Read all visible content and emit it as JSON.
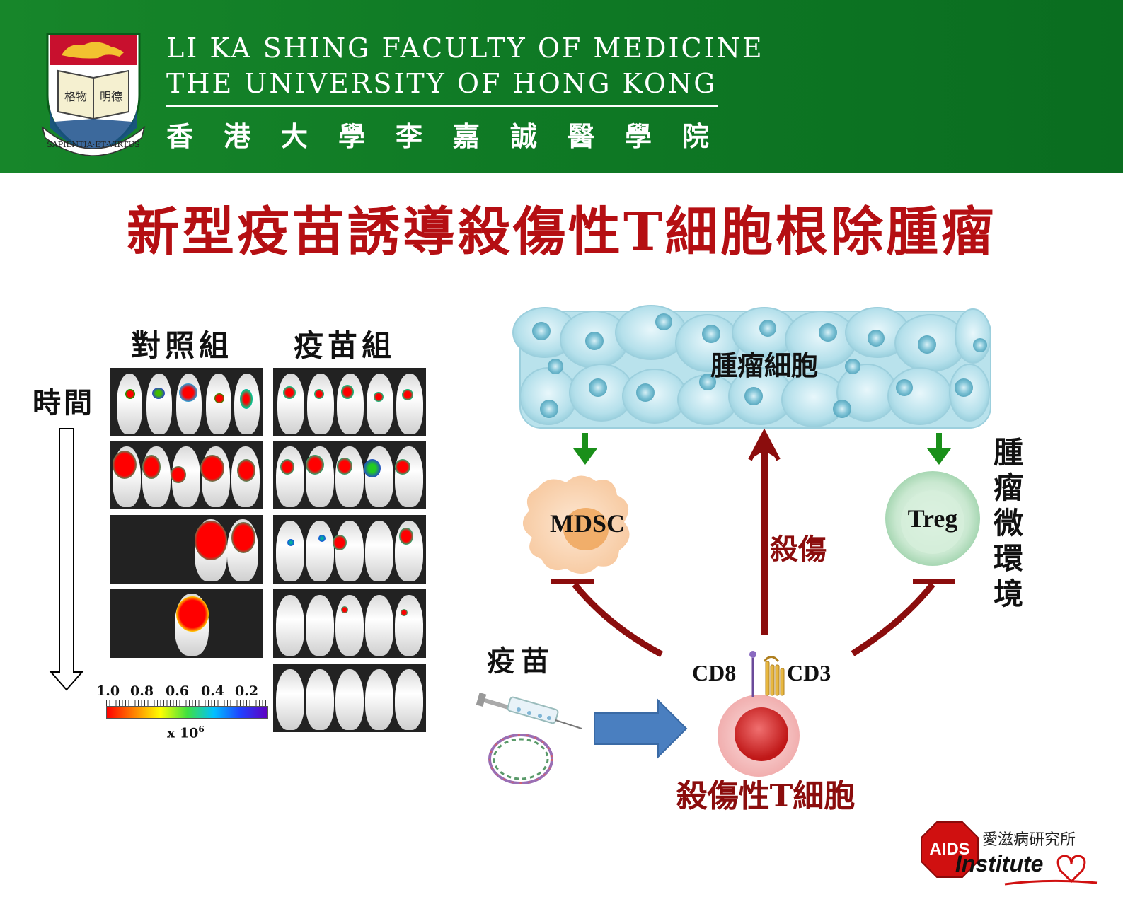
{
  "header": {
    "faculty_en": "LI KA SHING FACULTY OF MEDICINE",
    "university_en": "THE UNIVERSITY OF HONG KONG",
    "faculty_zh": "香港大學李嘉誠醫學院",
    "crest_motto": "SAPIENTIA·ET·VIRTUS",
    "crest_book_text": [
      "格物",
      "明德"
    ]
  },
  "title": "新型疫苗誘導殺傷性T細胞根除腫瘤",
  "imaging": {
    "control_label": "對照組",
    "vaccine_label": "疫苗組",
    "time_label": "時間",
    "scale_ticks": [
      "1.0",
      "0.8",
      "0.6",
      "0.4",
      "0.2"
    ],
    "scale_unit_base": "x 10",
    "scale_unit_exp": "6"
  },
  "diagram": {
    "tumor_cells": "腫瘤細胞",
    "mdsc": "MDSC",
    "treg": "Treg",
    "kill": "殺傷",
    "microenvironment": "腫瘤微環境",
    "vaccine": "疫苗",
    "cd8": "CD8",
    "cd3": "CD3",
    "ctl": "殺傷性T細胞"
  },
  "logo": {
    "badge": "AIDS",
    "zh": "愛滋病研究所",
    "en": "Institute"
  },
  "colors": {
    "header_green": "#17862a",
    "title_red": "#b50f13",
    "arrow_dark_red": "#8b0d0d",
    "arrow_green": "#1a8f1a",
    "big_arrow_blue": "#4a7fc0"
  }
}
